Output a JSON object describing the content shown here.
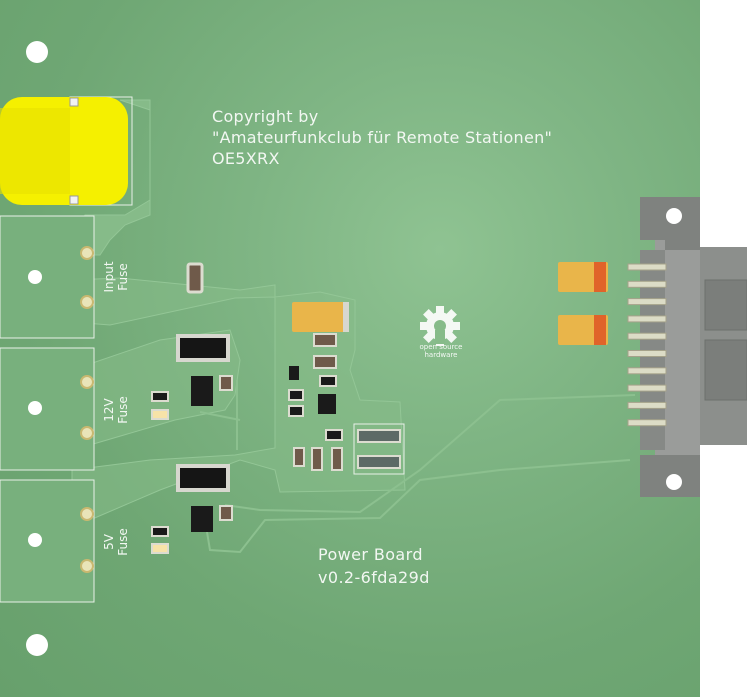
{
  "board": {
    "copyright_lines": [
      "Copyright by",
      "\"Amateurfunkclub für Remote Stationen\"",
      "OE5XRX"
    ],
    "title": "Power Board",
    "version": "v0.2-6fda29d",
    "fuse_labels": {
      "input": [
        "Input",
        "Fuse"
      ],
      "v12": [
        "12V",
        "Fuse"
      ],
      "v5": [
        "5V",
        "Fuse"
      ]
    },
    "logo_text": [
      "open source",
      "hardware"
    ]
  },
  "colors": {
    "board_green": "#78b07d",
    "silkscreen": "#f2f7f2",
    "tantalum_yellow": "#e9b54a",
    "tantalum_band": "#e0632a",
    "connector_gray": "#8c8f8c",
    "pad_gold": "#e9e4b8",
    "highlight_yellow": "#f5f000"
  }
}
